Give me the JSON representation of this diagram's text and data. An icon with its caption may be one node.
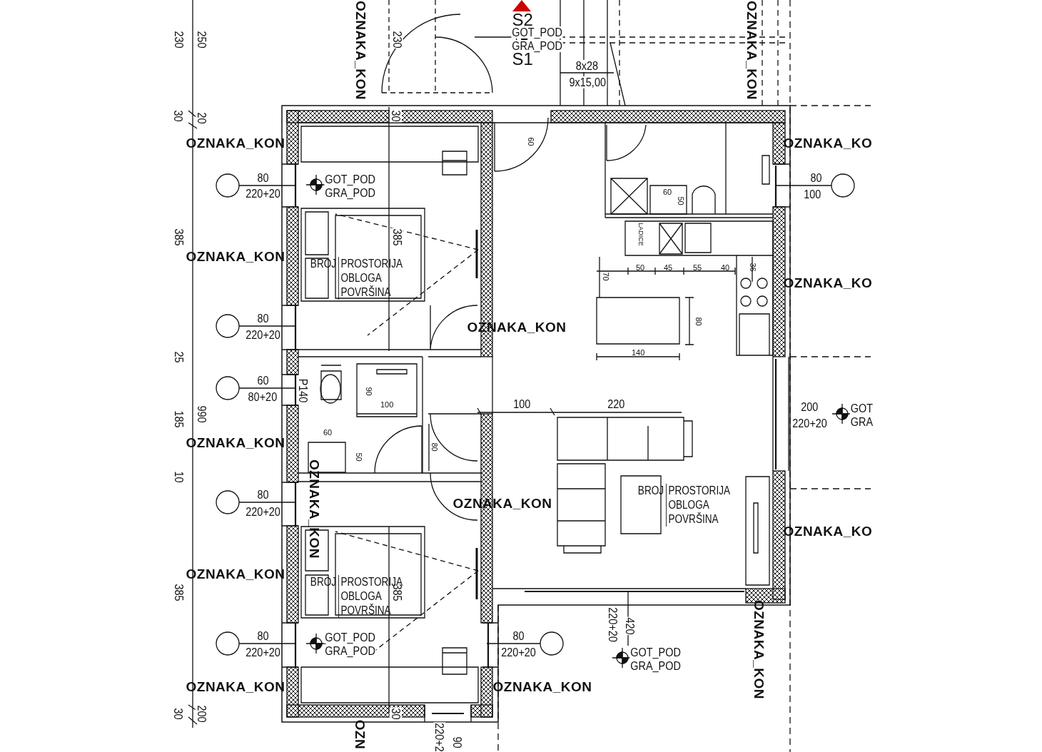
{
  "diagram": {
    "nodes": [
      {
        "text": [
          "BROJ",
          "PROSTORIJA OBLOGA POVRŠINA"
        ]
      },
      {
        "text": [
          "BROJ",
          "PROSTORIJA OBLOGA POVRŠINA"
        ]
      },
      {
        "text": [
          "BROJ",
          "PROSTORIJA OBLOGA POVRŠINA"
        ]
      }
    ],
    "labels": [
      "230",
      "250",
      "OZNAKA_KON",
      "230",
      "S2",
      "GOT_POD",
      "GRA_POD",
      "S1",
      "8x28",
      "9x15,00",
      "OZNAKA_KON",
      "30",
      "20",
      "30",
      "OZNAKA_KON",
      "60",
      "OZNAKA_KO",
      "80",
      "220+20",
      "GOT_POD",
      "GRA_POD",
      "80",
      "100",
      "LADICE",
      "60",
      "50",
      "385",
      "385",
      "OZNAKA_KON",
      "70",
      "50",
      "45",
      "55",
      "40",
      "36",
      "OZNAKA_KO",
      "80",
      "220+20",
      "OZNAKA_KON",
      "80",
      "140",
      "25",
      "60",
      "80+20",
      "P140",
      "90",
      "100",
      "100",
      "220",
      "200",
      "GOT",
      "220+20",
      "GRA",
      "185",
      "990",
      "60",
      "80",
      "50",
      "OZNAKA_KON",
      "OZNAKA_KON",
      "10",
      "80",
      "220+20",
      "OZNAKA_KON",
      "OZNAKA_KO",
      "385",
      "OZNAKA_KON",
      "385",
      "220+20",
      "420",
      "OZNAKA_KON",
      "80",
      "220+20",
      "GOT_POD",
      "GRA_POD",
      "80",
      "220+20",
      "GOT_POD",
      "GRA_POD",
      "OZNAKA_KON",
      "OZNAKA_KON",
      "30",
      "200",
      "30",
      "220+2",
      "90",
      "OZN"
    ]
  }
}
